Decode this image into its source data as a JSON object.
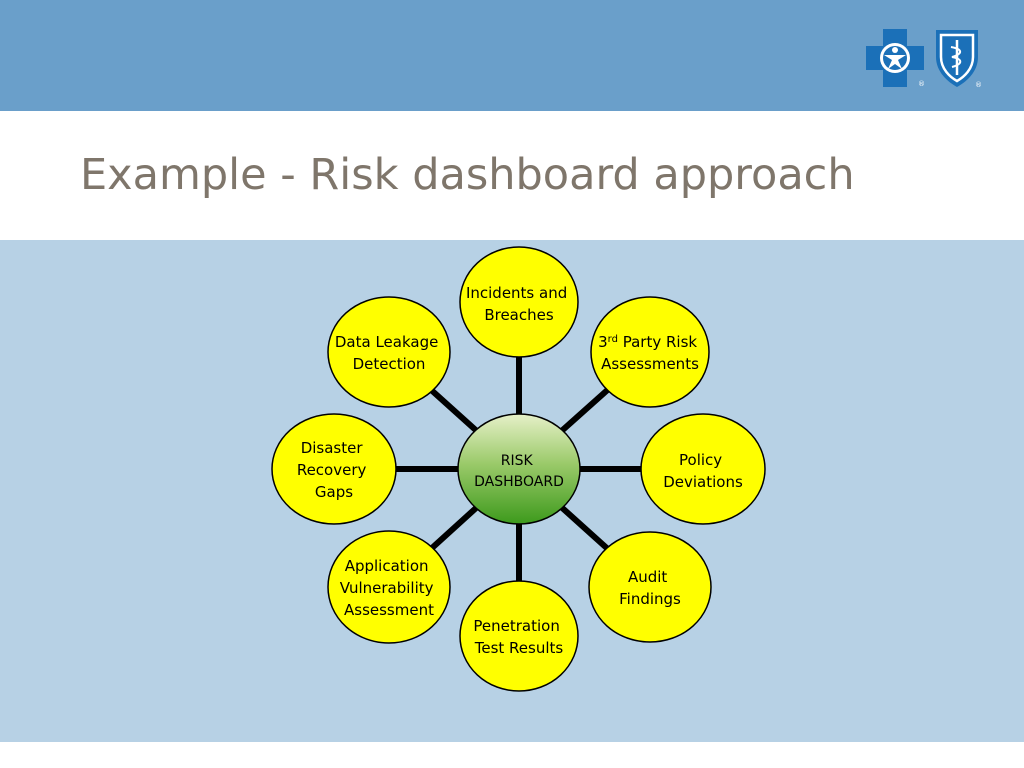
{
  "slide": {
    "title": "Example - Risk dashboard approach"
  },
  "colors": {
    "header_band": "#6a9fca",
    "content_band": "#b7d1e5",
    "title_text": "#7f766b",
    "node_fill": "#ffff00",
    "center_fill_top": "#e6f0c8",
    "center_fill_bottom": "#3d9a1c",
    "connector": "#000000",
    "logo_blue": "#1b70b8"
  },
  "logos": [
    {
      "name": "blue-cross-logo",
      "mark": "®"
    },
    {
      "name": "blue-shield-logo",
      "mark": "®"
    }
  ],
  "diagram": {
    "center": {
      "lines": [
        "RISK",
        "DASHBOARD"
      ]
    },
    "nodes": [
      {
        "id": "incidents-and-breaches",
        "lines": [
          "Incidents and",
          "Breaches"
        ]
      },
      {
        "id": "third-party-risk-assessments",
        "lines": [
          "3rd Party Risk",
          "Assessments"
        ]
      },
      {
        "id": "policy-deviations",
        "lines": [
          "Policy",
          "Deviations"
        ]
      },
      {
        "id": "audit-findings",
        "lines": [
          "Audit",
          "Findings"
        ]
      },
      {
        "id": "penetration-test-results",
        "lines": [
          "Penetration",
          "Test Results"
        ]
      },
      {
        "id": "application-vulnerability-assessment",
        "lines": [
          "Application",
          "Vulnerability",
          "Assessment"
        ]
      },
      {
        "id": "disaster-recovery-gaps",
        "lines": [
          "Disaster",
          "Recovery",
          "Gaps"
        ]
      },
      {
        "id": "data-leakage-detection",
        "lines": [
          "Data Leakage",
          "Detection"
        ]
      }
    ]
  }
}
